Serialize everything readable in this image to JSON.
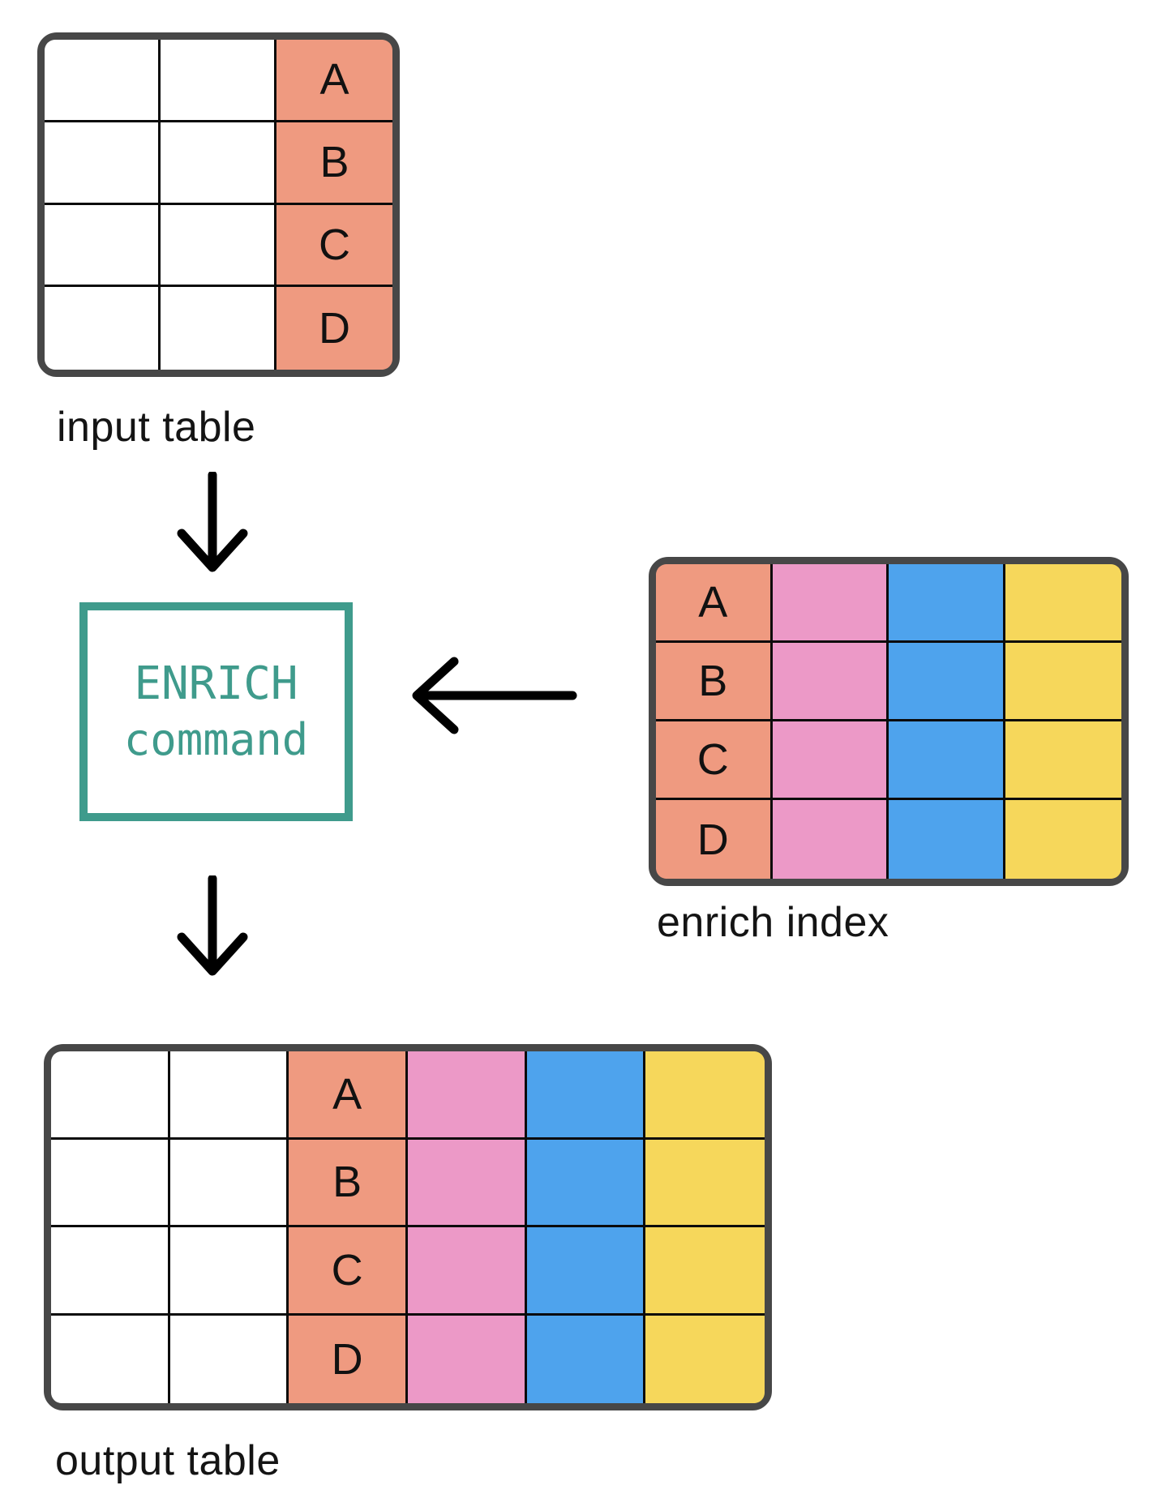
{
  "labels": {
    "input_table": "input table",
    "enrich_index": "enrich index",
    "output_table": "output table"
  },
  "enrich_box": {
    "line1": "ENRICH",
    "line2": "command"
  },
  "icons": {
    "arrow_input_to_enrich": "down-arrow-icon",
    "arrow_index_to_enrich": "left-arrow-icon",
    "arrow_enrich_to_output": "down-arrow-icon"
  },
  "colors": {
    "salmon": "#EF9A80",
    "pink": "#EC99C7",
    "blue": "#4EA3ED",
    "yellow": "#F6D75B",
    "teal_accent": "#3F9B8C",
    "table_border": "#474747",
    "grid_line": "#0B0B0B",
    "arrow_black": "#000000",
    "white": "#FFFFFF"
  },
  "tables": {
    "input": {
      "rows": 4,
      "columns": [
        {
          "fill": "#FFFFFF",
          "cells": [
            "",
            "",
            "",
            ""
          ]
        },
        {
          "fill": "#FFFFFF",
          "cells": [
            "",
            "",
            "",
            ""
          ]
        },
        {
          "fill": "#EF9A80",
          "cells": [
            "A",
            "B",
            "C",
            "D"
          ]
        }
      ]
    },
    "enrich": {
      "rows": 4,
      "columns": [
        {
          "fill": "#EF9A80",
          "cells": [
            "A",
            "B",
            "C",
            "D"
          ]
        },
        {
          "fill": "#EC99C7",
          "cells": [
            "",
            "",
            "",
            ""
          ]
        },
        {
          "fill": "#4EA3ED",
          "cells": [
            "",
            "",
            "",
            ""
          ]
        },
        {
          "fill": "#F6D75B",
          "cells": [
            "",
            "",
            "",
            ""
          ]
        }
      ]
    },
    "output": {
      "rows": 4,
      "columns": [
        {
          "fill": "#FFFFFF",
          "cells": [
            "",
            "",
            "",
            ""
          ]
        },
        {
          "fill": "#FFFFFF",
          "cells": [
            "",
            "",
            "",
            ""
          ]
        },
        {
          "fill": "#EF9A80",
          "cells": [
            "A",
            "B",
            "C",
            "D"
          ]
        },
        {
          "fill": "#EC99C7",
          "cells": [
            "",
            "",
            "",
            ""
          ]
        },
        {
          "fill": "#4EA3ED",
          "cells": [
            "",
            "",
            "",
            ""
          ]
        },
        {
          "fill": "#F6D75B",
          "cells": [
            "",
            "",
            "",
            ""
          ]
        }
      ]
    }
  }
}
